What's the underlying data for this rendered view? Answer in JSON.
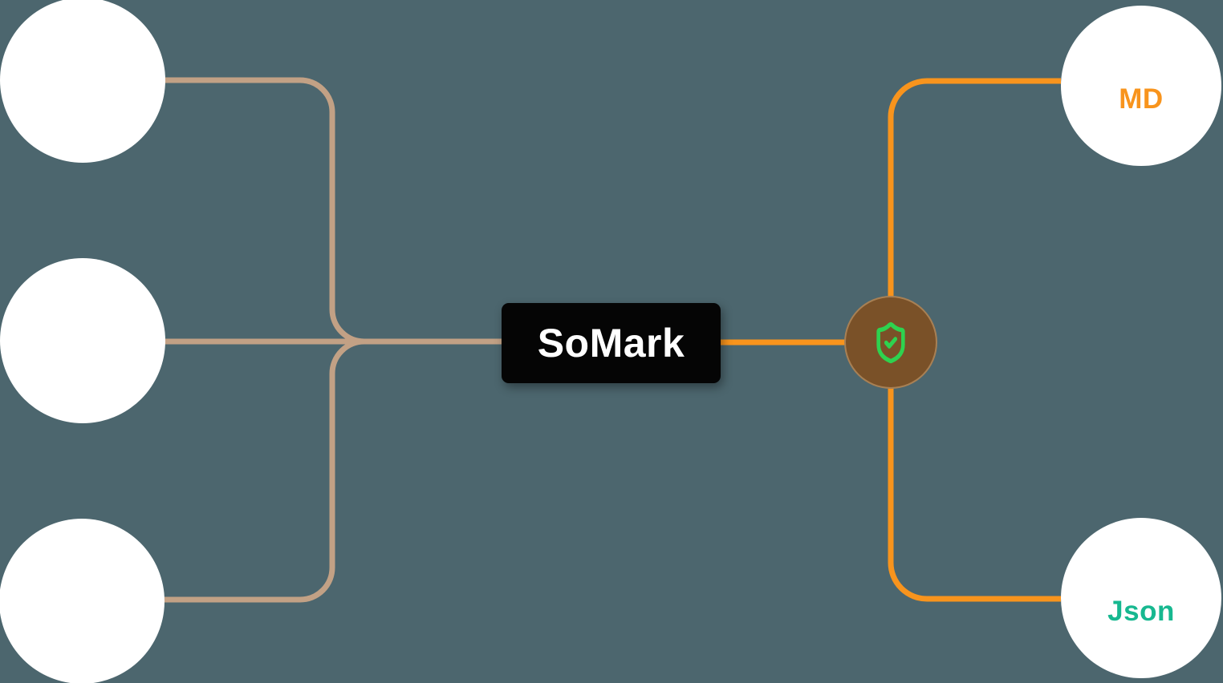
{
  "colors": {
    "background": "#4c666e",
    "input_edge": "#c2a185",
    "output_edge": "#f8941d",
    "center_node_bg": "#050505",
    "center_node_text": "#ffffff",
    "validator_circle": "#7a5128",
    "validator_icon_green": "#2ed24f",
    "node_fill": "#ffffff",
    "md_label_color": "#f8941d",
    "json_label_color": "#17b890"
  },
  "center_node": {
    "label": "SoMark"
  },
  "validator_node": {
    "icon": "shield-check-icon"
  },
  "input_nodes": [
    {
      "label": ""
    },
    {
      "label": ""
    },
    {
      "label": ""
    }
  ],
  "output_nodes": [
    {
      "label": "MD"
    },
    {
      "label": "Json"
    }
  ]
}
